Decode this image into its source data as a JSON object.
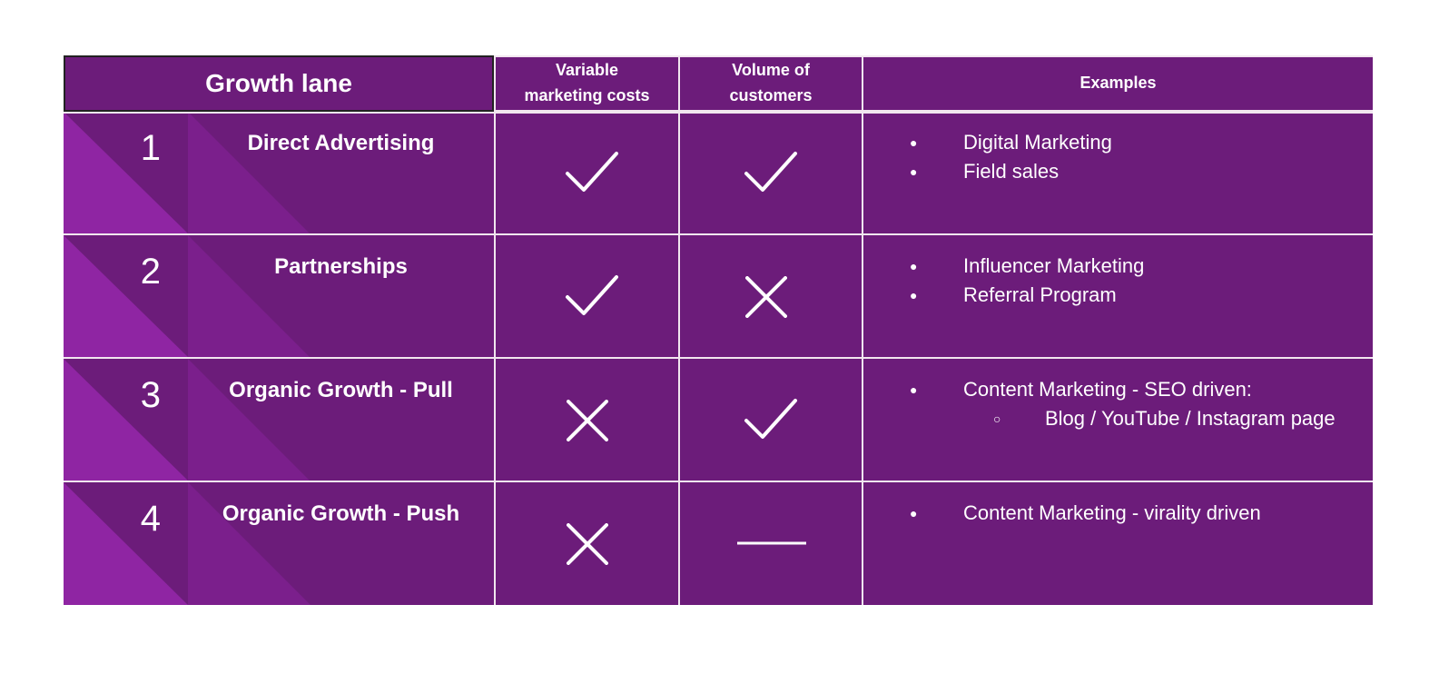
{
  "header": {
    "growth_lane": "Growth lane",
    "variable_costs": "Variable marketing costs",
    "variable_costs_line1": "Variable",
    "variable_costs_line2": "marketing costs",
    "volume": "Volume of customers",
    "volume_line1": "Volume of",
    "volume_line2": "customers",
    "examples": "Examples"
  },
  "rows": [
    {
      "number": "1",
      "lane": "Direct Advertising",
      "variable_costs": "check",
      "volume": "check",
      "examples": [
        {
          "level": 1,
          "bullet": "●",
          "text": "Digital Marketing"
        },
        {
          "level": 1,
          "bullet": "●",
          "text": "Field sales"
        }
      ]
    },
    {
      "number": "2",
      "lane": "Partnerships",
      "variable_costs": "check",
      "volume": "cross",
      "examples": [
        {
          "level": 1,
          "bullet": "●",
          "text": "Influencer Marketing"
        },
        {
          "level": 1,
          "bullet": "●",
          "text": "Referral Program"
        }
      ]
    },
    {
      "number": "3",
      "lane": "Organic Growth - Pull",
      "variable_costs": "cross",
      "volume": "check",
      "examples": [
        {
          "level": 1,
          "bullet": "●",
          "text": "Content Marketing - SEO driven:"
        },
        {
          "level": 2,
          "bullet": "○",
          "text": "Blog / YouTube / Instagram page"
        }
      ]
    },
    {
      "number": "4",
      "lane": "Organic Growth - Push",
      "variable_costs": "cross",
      "volume": "dash",
      "examples": [
        {
          "level": 1,
          "bullet": "●",
          "text": "Content Marketing - virality driven"
        }
      ]
    }
  ],
  "colors": {
    "cell_bg": "#6c1c7a",
    "triangle_light": "#8f25a3",
    "triangle_mid": "#7b1f8c",
    "grid_line": "#f1e6ef",
    "text": "#ffffff"
  }
}
